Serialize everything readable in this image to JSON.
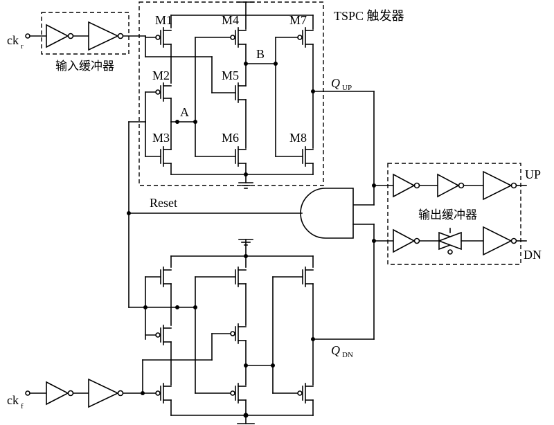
{
  "labels": {
    "input_buffer": "输入缓冲器",
    "tspc_title": "TSPC 触发器",
    "output_buffer": "输出缓冲器",
    "reset": "Reset",
    "node_a": "A",
    "node_b": "B",
    "up": "UP",
    "dn": "DN",
    "ck_r_main": "ck",
    "ck_r_sub": "r",
    "ck_f_main": "ck",
    "ck_f_sub": "f",
    "q_up_main": "Q",
    "q_up_sub": "UP",
    "q_dn_main": "Q",
    "q_dn_sub": "DN"
  },
  "transistors": [
    "M1",
    "M2",
    "M3",
    "M4",
    "M5",
    "M6",
    "M7",
    "M8"
  ]
}
